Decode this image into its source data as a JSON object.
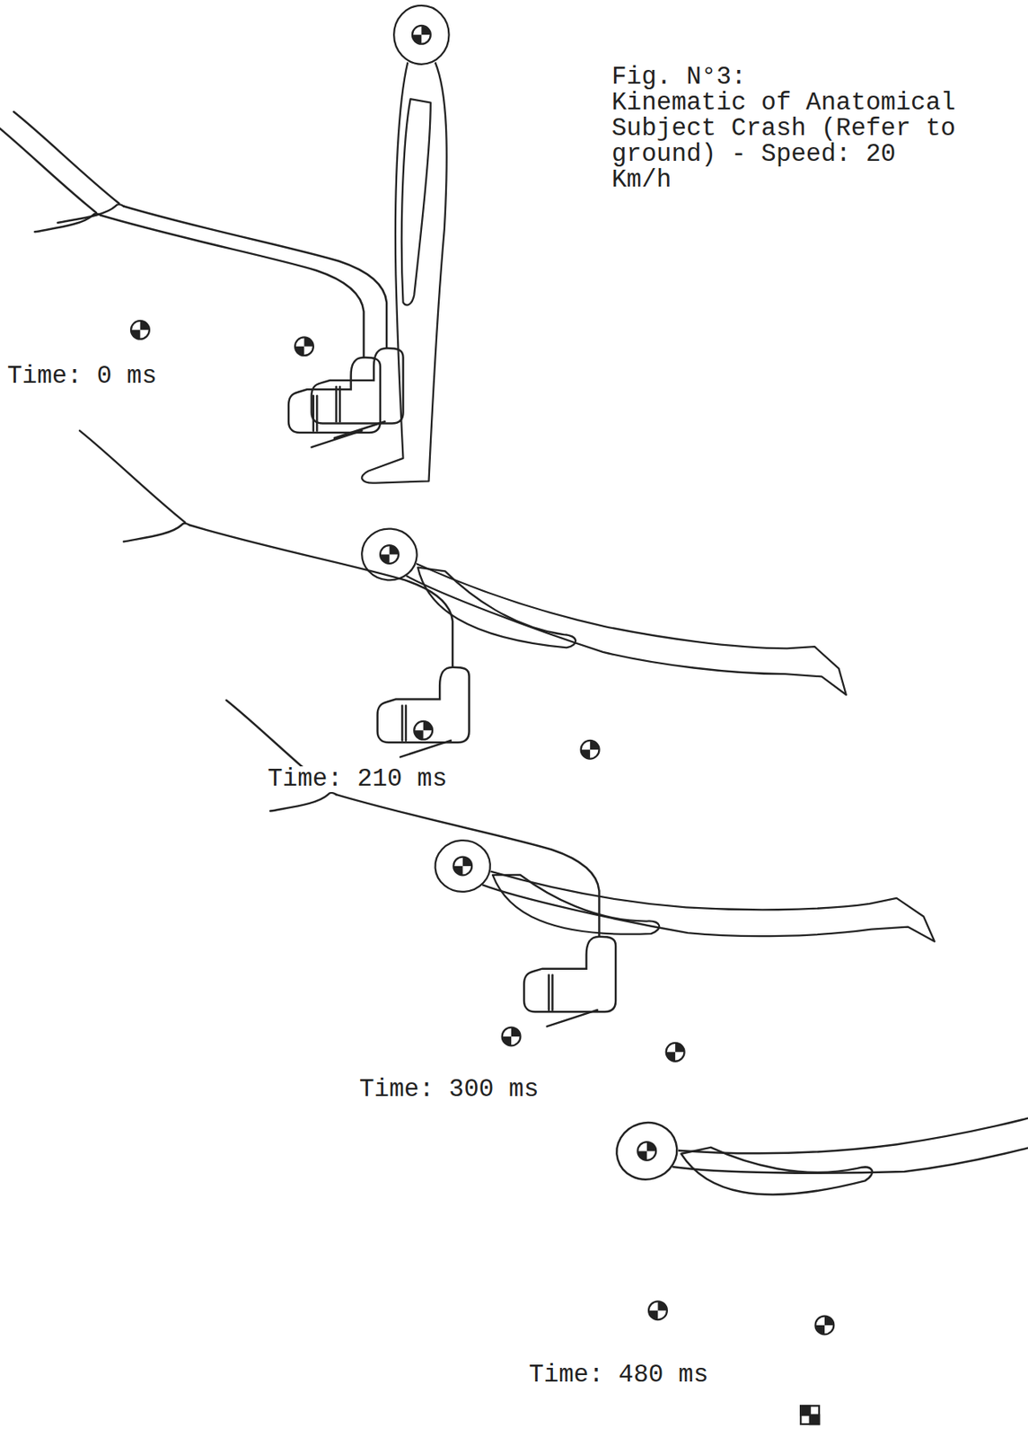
{
  "diagram": {
    "title": "Fig. N°3:",
    "caption": "Kinematic of Anatomical Subject Crash (Refer to ground) - Speed: 20 Km/h",
    "labels": [
      "Time: 0 ms",
      "Time: 210 ms",
      "Time: 300 ms",
      "Time: 480 ms"
    ]
  }
}
